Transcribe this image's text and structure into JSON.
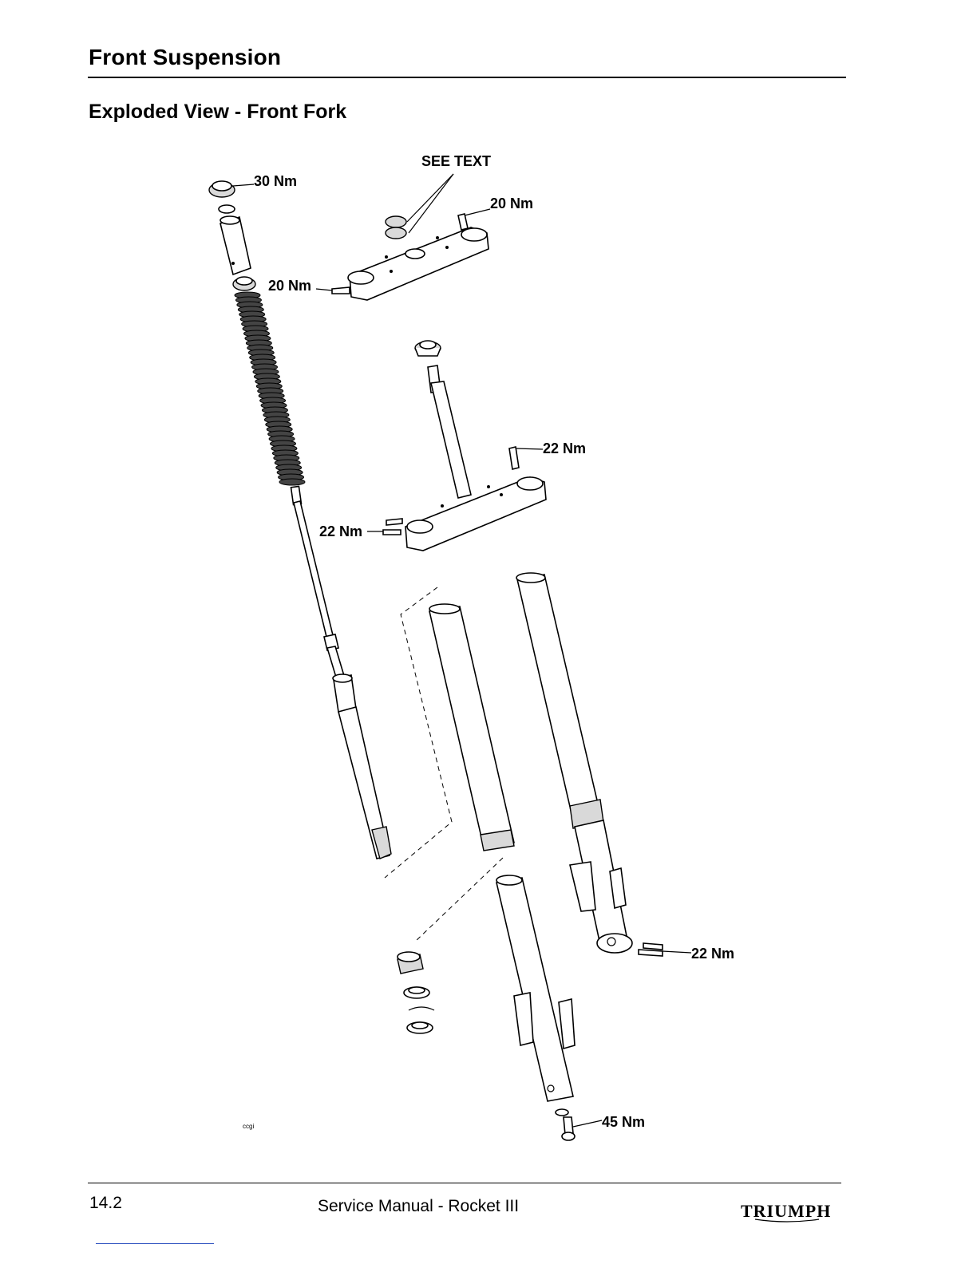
{
  "header": {
    "title": "Front Suspension",
    "section_title": "Exploded View - Front Fork"
  },
  "diagram": {
    "callouts": {
      "see_text": "SEE TEXT",
      "cap_torque": "30 Nm",
      "top_yoke_pinch_bolt": "20 Nm",
      "top_yoke_clamp_bolt": "20 Nm",
      "bottom_yoke_bolt_upper": "22 Nm",
      "bottom_yoke_bolt_lower": "22 Nm",
      "axle_clamp_bolts": "22 Nm",
      "damper_bolt": "45 Nm"
    },
    "figure_code": "ccgi"
  },
  "footer": {
    "page_number": "14.2",
    "manual_title": "Service Manual - Rocket III",
    "brand": "TRIUMPH"
  }
}
